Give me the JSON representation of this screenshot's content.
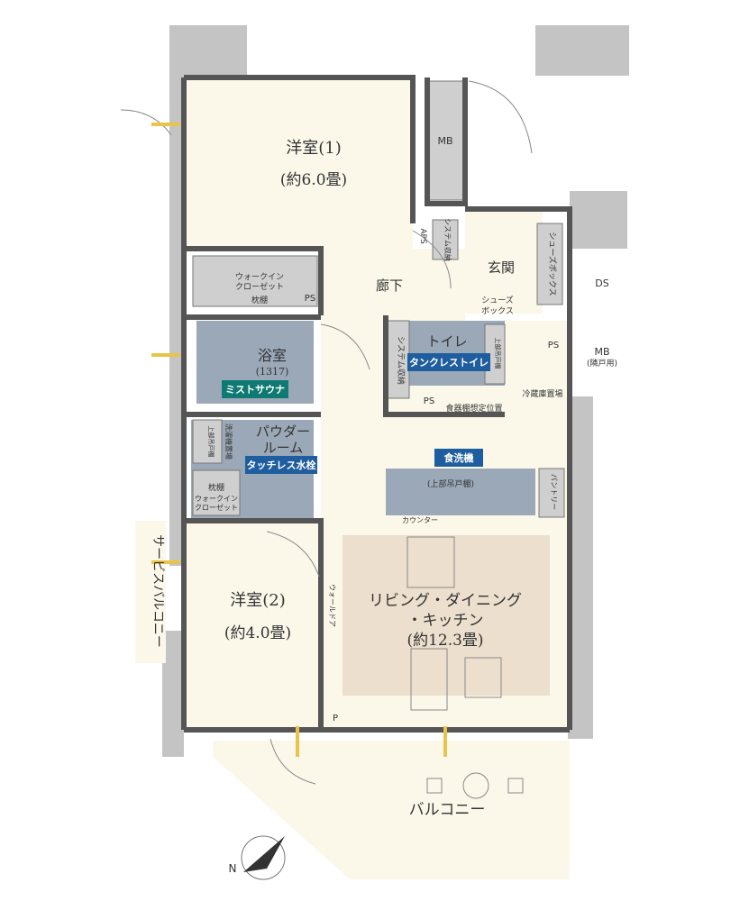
{
  "rooms": {
    "western1_name": "洋室(1)",
    "western1_size": "(約6.0畳)",
    "western2_name": "洋室(2)",
    "western2_size": "(約4.0畳)",
    "ldk_line1": "リビング・ダイニング",
    "ldk_line2": "・キッチン",
    "ldk_size": "(約12.3畳)",
    "bath_name": "浴室",
    "bath_size": "(1317)",
    "powder_line1": "パウダー",
    "powder_line2": "ルーム",
    "toilet": "トイレ",
    "hallway": "廊下",
    "entrance": "玄関",
    "balcony": "バルコニー",
    "service_balcony": "サービスバルコニー"
  },
  "labels": {
    "mb": "MB",
    "mb2": "MB",
    "mb2_sub": "(隣戸用)",
    "ds": "DS",
    "aps": "APS",
    "ps1": "PS",
    "ps2": "PS",
    "ps3": "PS",
    "p": "P",
    "wic1_line1": "ウォークイン",
    "wic1_line2": "クローゼット",
    "wic1_shelf": "枕棚",
    "wic2_shelf": "枕棚",
    "wic2_line1": "ウォークイン",
    "wic2_line2": "クローゼット",
    "system_storage1": "システム収納",
    "system_storage2": "システム収納",
    "shoe_box1": "シューズボックス",
    "shoe_box2_line1": "シューズ",
    "shoe_box2_line2": "ボックス",
    "upper_cabinet1": "上部吊戸棚",
    "upper_cabinet2": "上部吊戸棚",
    "upper_cabinet3": "(上部吊戸棚)",
    "washer": "洗濯機置場",
    "fridge": "冷蔵庫置場",
    "cupboard": "食器棚想定位置",
    "pantry": "パントリー",
    "counter": "カウンター",
    "wall_door": "ウォールドア"
  },
  "badges": {
    "mist_sauna": "ミストサウナ",
    "tankless_toilet": "タンクレストイレ",
    "touchless_faucet": "タッチレス水栓",
    "dishwasher": "食洗機"
  },
  "colors": {
    "room_floor": "#fbf8ea",
    "wet_area": "#9aa8b8",
    "teal_badge": "#0f7a72",
    "blue_badge": "#1f5e9e",
    "wall": "#555555",
    "storage": "#cfcfcf",
    "ldk_rug": "#ecdfcd"
  },
  "compass": {
    "north_label": "N"
  }
}
